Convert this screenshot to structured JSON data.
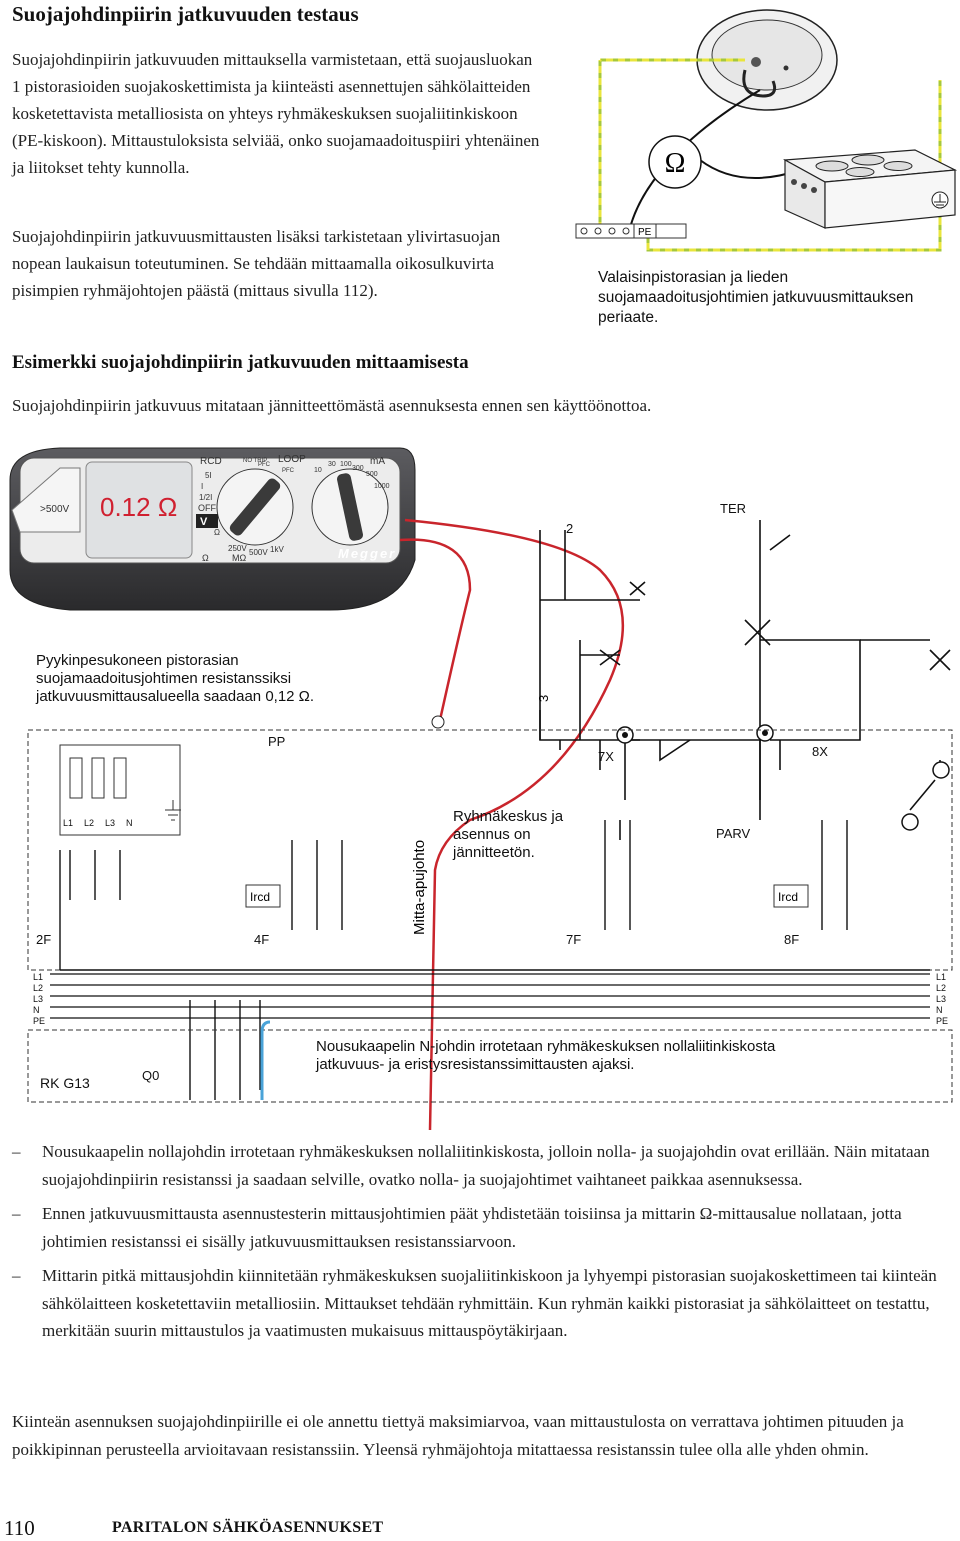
{
  "page": {
    "title": "Suojajohdinpiirin jatkuvuuden testaus",
    "intro_p1": "Suojajohdinpiirin jatkuvuuden mittauksella varmistetaan, että suojausluokan 1 pistorasioiden suojakoskettimista ja kiinteästi asennettujen sähkölaitteiden kosketettavista metalliosista on yhteys ryhmäkeskuksen suojaliitinkiskoon (PE-kiskoon). Mittaustuloksista selviää, onko suojamaadoituspiiri yhtenäinen ja liitokset tehty kunnolla.",
    "intro_p2": "Suojajohdinpiirin jatkuvuusmittausten lisäksi tarkistetaan ylivirtasuojan nopean laukaisun toteutuminen. Se tehdään mittaamalla oikosulkuvirta pisimpien ryhmäjohtojen päästä (mittaus sivulla 112).",
    "section_title": "Esimerkki suojajohdinpiirin jatkuvuuden mittaamisesta",
    "section_intro": "Suojajohdinpiirin jatkuvuus mitataan jännitteettömästä asennuksesta ennen sen käyttöönottoa.",
    "bullets": [
      "Nousukaapelin nollajohdin irrotetaan ryhmäkeskuksen nollaliitinkiskosta, jolloin nolla- ja suojajohdin ovat erillään. Näin mitataan suojajohdinpiirin resistanssi ja saadaan selville, ovatko nolla- ja suojajohtimet vaihtaneet paikkaa asennuksessa.",
      "Ennen jatkuvuusmittausta asennustesterin mittausjohtimien päät yhdistetään toisiinsa ja mittarin Ω-mittausalue nollataan, jotta johtimien resistanssi ei sisälly jatkuvuusmittauksen resistanssiarvoon.",
      "Mittarin pitkä mittausjohdin kiinnitetään ryhmäkeskuksen suojaliitinkiskoon ja lyhyempi pistorasian suojakoskettimeen tai kiinteän sähkölaitteen kosketettaviin metalliosiin. Mittaukset tehdään ryhmittäin. Kun ryhmän kaikki pistorasiat ja sähkölaitteet on testattu, merkitään suurin mittaustulos ja vaatimusten mukaisuus mittauspöytäkirjaan."
    ],
    "bullet_dash": "–",
    "closing": "Kiinteän asennuksen suojajohdinpiirille ei ole annettu tiettyä maksimiarvoa, vaan mittaustulosta on verrattava johtimen pituuden ja poikkipinnan perusteella arvioitavaan resistanssiin. Yleensä ryhmäjohtoja mitattaessa resistanssin tulee olla alle yhden ohmin.",
    "footer_page_number": "110",
    "footer_title": "PARITALON SÄHKÖASENNUKSET"
  },
  "top_figure": {
    "omega": "Ω",
    "pe_label": "PE",
    "caption": "Valaisinpistorasian ja lieden suojamaadoitusjohtimien jatkuvuusmittauksen periaate."
  },
  "meter": {
    "reading": "0.12 Ω",
    "warning_label": ">500V",
    "brand": "Megger",
    "rcd_label": "RCD",
    "loop_label": "LOOP",
    "ma_label": "mA",
    "rcd_settings": [
      "5I",
      "I",
      "1/2I"
    ],
    "off_label": "OFF",
    "v_label": "V",
    "ohm_label": "Ω",
    "mohm_label": "MΩ",
    "insulation_ranges": [
      "250V",
      "500V",
      "1kV"
    ],
    "current_scale": [
      "10",
      "30",
      "100",
      "300",
      "500",
      "1000"
    ],
    "mode_small": [
      "NO TRIP",
      "PFC",
      "PFC"
    ]
  },
  "diagram": {
    "note_meter": "Pyykinpesukoneen pistorasian suojamaadoitusjohtimen resistanssiksi jatkuvuusmittausalueella saadaan 0,12 Ω.",
    "note_group_center": "Ryhmäkeskus ja asennus on jännitteetön.",
    "note_neutral": "Nousukaapelin N-johdin irrotetaan ryhmäkeskuksen nollaliitinkiskosta jatkuvuus- ja eristysresistanssimittausten ajaksi.",
    "test_lead_label": "Mitta-apujohto",
    "labels": {
      "ter": "TER",
      "pp": "PP",
      "parv": "PARV",
      "x7": "7X",
      "x8": "8X",
      "n2": "2",
      "n3": "3",
      "f2": "2F",
      "f4": "4F",
      "f7": "7F",
      "f8": "8F",
      "q0": "Q0",
      "rk": "RK G13",
      "ircd": "Ircd",
      "l1": "L1",
      "l2": "L2",
      "l3": "L3",
      "n": "N"
    },
    "bus_lines": [
      "L1",
      "L2",
      "L3",
      "N",
      "PE"
    ],
    "colors": {
      "pe_green": "#a7c83a",
      "pe_yellow": "#e9e53c",
      "lead_red": "#c9252c",
      "lead_blue": "#4aa3d8",
      "meter_body": "#4a4a4d"
    }
  }
}
